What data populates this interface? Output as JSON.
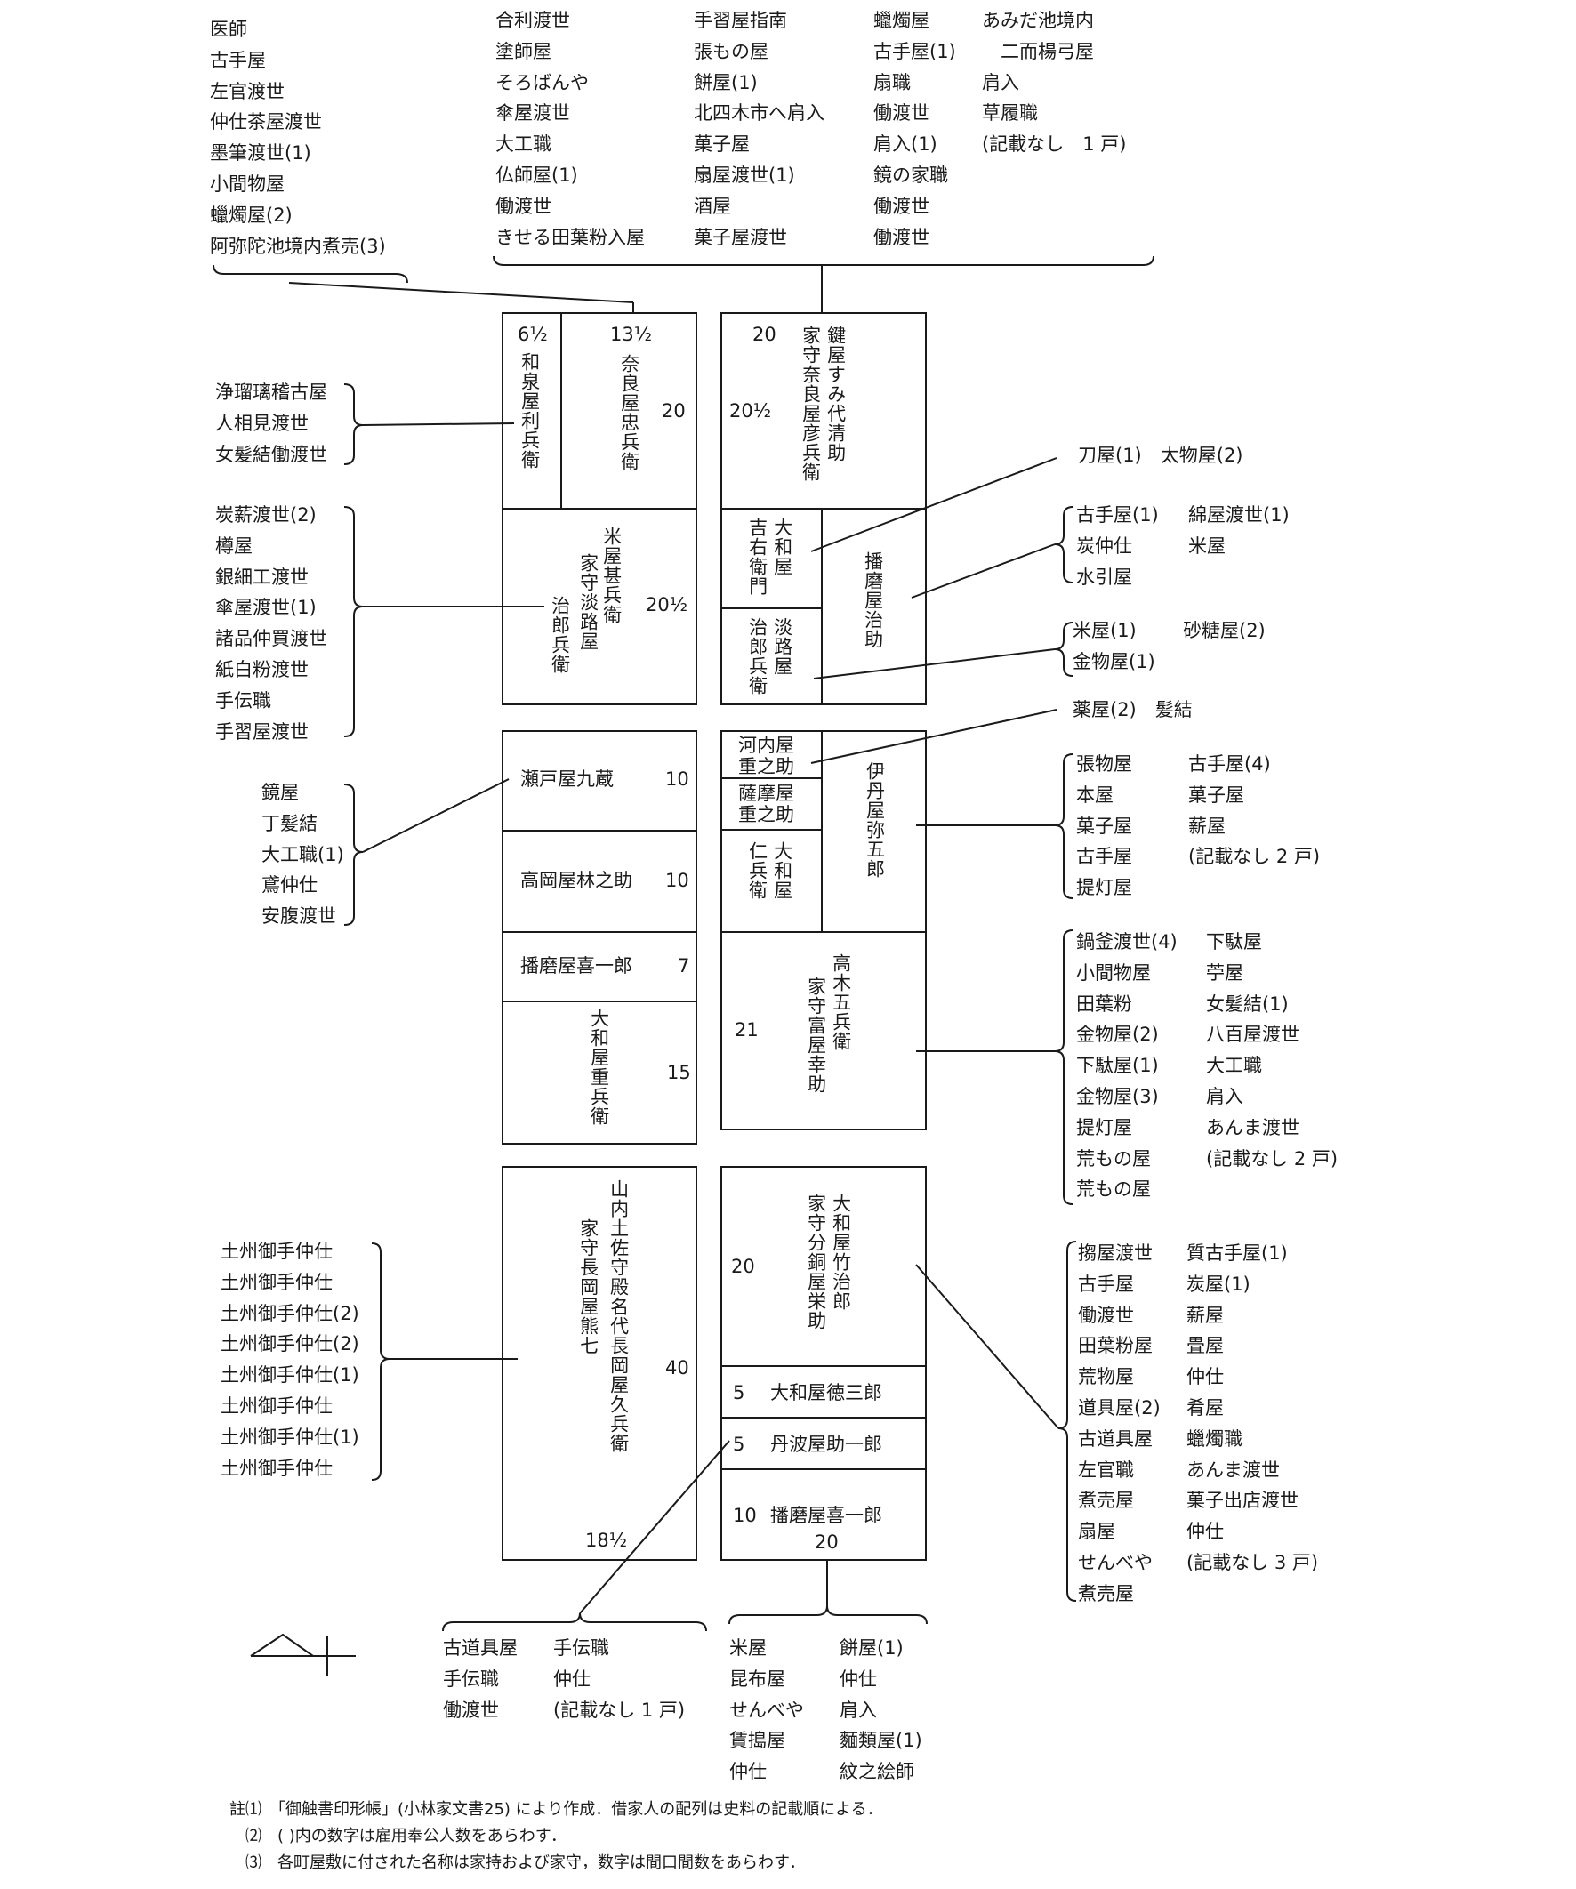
{
  "top_lists": {
    "left": [
      "医師",
      "古手屋",
      "左官渡世",
      "仲仕茶屋渡世",
      "墨筆渡世(1)",
      "小間物屋",
      "蠟燭屋(2)",
      "阿弥陀池境内煮売(3)"
    ],
    "c1": [
      "合利渡世",
      "塗師屋",
      "そろばんや",
      "傘屋渡世",
      "大工職",
      "仏師屋(1)",
      "働渡世",
      "きせる田葉粉入屋"
    ],
    "c2": [
      "手習屋指南",
      "張もの屋",
      "餅屋(1)",
      "北四木市へ肩入",
      "菓子屋",
      "扇屋渡世(1)",
      "酒屋",
      "菓子屋渡世"
    ],
    "c3": [
      "蠟燭屋",
      "古手屋(1)",
      "扇職",
      "働渡世",
      "肩入(1)",
      "鏡の家職",
      "働渡世",
      "働渡世"
    ],
    "c4": [
      "あみだ池境内",
      "　二而楊弓屋",
      "肩入",
      "草履職",
      "(記載なし　1 戸)"
    ]
  },
  "left_lists": {
    "a": [
      "浄瑠璃稽古屋",
      "人相見渡世",
      "女髪結働渡世"
    ],
    "b": [
      "炭薪渡世(2)",
      "樽屋",
      "銀細工渡世",
      "傘屋渡世(1)",
      "諸品仲買渡世",
      "紙白粉渡世",
      "手伝職",
      "手習屋渡世"
    ],
    "c": [
      "鏡屋",
      "丁髪結",
      "大工職(1)",
      "鳶仲仕",
      "安腹渡世"
    ],
    "d": [
      "土州御手仲仕",
      "土州御手仲仕",
      "土州御手仲仕(2)",
      "土州御手仲仕(2)",
      "土州御手仲仕(1)",
      "土州御手仲仕",
      "土州御手仲仕(1)",
      "土州御手仲仕"
    ]
  },
  "right_lists": {
    "r1": "刀屋(1)　太物屋(2)",
    "r2a": [
      "古手屋(1)",
      "炭仲仕",
      "水引屋"
    ],
    "r2b": [
      "綿屋渡世(1)",
      "米屋"
    ],
    "r3a": [
      "米屋(1)",
      "金物屋(1)"
    ],
    "r3b": [
      "砂糖屋(2)"
    ],
    "r4": "薬屋(2)　髪結",
    "r5a": [
      "張物屋",
      "本屋",
      "菓子屋",
      "古手屋",
      "提灯屋"
    ],
    "r5b": [
      "古手屋(4)",
      "菓子屋",
      "薪屋",
      "(記載なし 2 戸)"
    ],
    "r6a": [
      "鍋釜渡世(4)",
      "小間物屋",
      "田葉粉",
      "金物屋(2)",
      "下駄屋(1)",
      "金物屋(3)",
      "提灯屋",
      "荒もの屋",
      "荒もの屋"
    ],
    "r6b": [
      "下駄屋",
      "苧屋",
      "女髪結(1)",
      "八百屋渡世",
      "大工職",
      "肩入",
      "あんま渡世",
      "(記載なし 2 戸)"
    ],
    "r7a": [
      "搊屋渡世",
      "古手屋",
      "働渡世",
      "田葉粉屋",
      "荒物屋",
      "道具屋(2)",
      "古道具屋",
      "左官職",
      "煮売屋",
      "扇屋",
      "せんべや",
      "煮売屋"
    ],
    "r7b": [
      "質古手屋(1)",
      "炭屋(1)",
      "薪屋",
      "畳屋",
      "仲仕",
      "肴屋",
      "蠟燭職",
      "あんま渡世",
      "菓子出店渡世",
      "仲仕",
      "(記載なし 3 戸)"
    ]
  },
  "bottom_lists": {
    "a1": [
      "古道具屋",
      "手伝職",
      "働渡世"
    ],
    "a2": [
      "手伝職",
      "仲仕",
      "(記載なし 1 戸)"
    ],
    "b1": [
      "米屋",
      "昆布屋",
      "せんべや",
      "賃搗屋",
      "仲仕"
    ],
    "b2": [
      "餅屋(1)",
      "仲仕",
      "肩入",
      "麵類屋(1)",
      "紋之絵師"
    ]
  },
  "lots": {
    "izumiya_name": "和泉屋利兵衛",
    "izumiya_num": "6½",
    "naraya_name": "奈良屋忠兵衛",
    "naraya_num_top": "13½",
    "naraya_num": "20",
    "kagiya_name": "鍵屋すみ代清助",
    "kagiya_caretaker": "家守奈良屋彦兵衛",
    "kagiya_num_top": "20",
    "kagiya_num": "20½",
    "yamatoya1": "大和屋",
    "kichiemon": "吉右衛門",
    "harimaya_jisuke": "播磨屋治助",
    "awajiya1": "淡路屋",
    "jirobei1": "治郎兵衛",
    "komeya_name": "米屋甚兵衛",
    "komeya_caretaker": "家守淡路屋",
    "komeya_caretaker2": "治郎兵衛",
    "komeya_num": "20½",
    "setoya": "瀬戸屋九蔵",
    "setoya_num": "10",
    "takaoka": "高岡屋林之助",
    "takaoka_num": "10",
    "harima_kiichiro": "播磨屋喜一郎",
    "harima_kiichiro_num": "7",
    "yamato_jubei": "大和屋重兵衛",
    "yamato_jubei_num": "15",
    "kawachiya": "河内屋",
    "kawachiya2": "重之助",
    "satsumaya": "薩摩屋",
    "satsumaya2": "重之助",
    "yamatoya2": "大和屋",
    "nihei": "仁兵衛",
    "itamiya": "伊丹屋弥五郎",
    "takagi": "高木五兵衛",
    "takagi_caretaker": "家守富屋幸助",
    "takagi_num": "21",
    "yamanouchi": "山内土佐守殿名代長岡屋久兵衛",
    "yamanouchi_caretaker": "家守長岡屋熊七",
    "yamanouchi_num": "40",
    "yamanouchi_num_bottom": "18½",
    "yamato_takeji": "大和屋竹治郎",
    "yamato_caretaker": "家守分銅屋栄助",
    "yamato_takeji_num": "20",
    "tokusaburo_num": "5",
    "tokusaburo": "大和屋徳三郎",
    "suke_num": "5",
    "tanbaya": "丹波屋助一郎",
    "harima2_num": "10",
    "harima2": "播磨屋喜一郎",
    "harima2_num_bottom": "20"
  },
  "notes": [
    "註⑴　「御触書印形帳」(小林家文書25) により作成．借家人の配列は史料の記載順による．",
    "　⑵　( )内の数字は雇用奉公人数をあらわす．",
    "　⑶　各町屋敷に付された名称は家持および家守，数字は間口間数をあらわす．"
  ]
}
